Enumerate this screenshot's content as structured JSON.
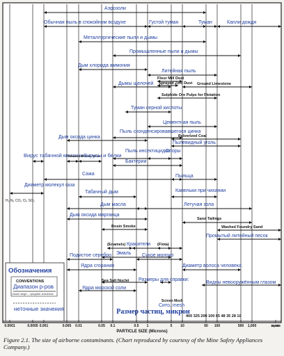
{
  "figure": {
    "axis": {
      "title_ru": "Размер частиц, микрон",
      "title_en": "PARTICLE SIZE (Microns)",
      "ticks": [
        "0.0001",
        "0.0005",
        "0.001",
        "0.005",
        "0.01",
        "0.05",
        "0.1",
        "0.5",
        "1",
        "5",
        "10",
        "50",
        "100",
        "500",
        "1,000",
        "5,000",
        "10,000"
      ]
    },
    "side_labels": {
      "gases": "H₂ N₂ CO₂ Cl₂ SO₂"
    },
    "ranges": [
      {
        "label": "Аэрозоли"
      },
      {
        "label": "Обычная пыль в спокойном воздухе"
      },
      {
        "label": "Густой туман"
      },
      {
        "label": "Туман"
      },
      {
        "label": "Капли дождя"
      },
      {
        "label": "Металлургические пыли и дымы"
      },
      {
        "label": "Промышленные пыли и дымы"
      },
      {
        "label": "Дым хлорида аммония"
      },
      {
        "label": "Литейная пыль"
      },
      {
        "label": "Flour Mill Dust"
      },
      {
        "label": "Sprayed Zinc Dust"
      },
      {
        "label": "Дымы щелочей"
      },
      {
        "label": "Ground Limestone"
      },
      {
        "label": "Sulphide Ore Pulps for Flotation"
      },
      {
        "label": "Туман серной кислоты"
      },
      {
        "label": "Цементная пыль"
      },
      {
        "label": "Пыль сконденсировавшегося цинка"
      },
      {
        "label": "Pulverized Coal"
      },
      {
        "label": "Дым оксида цинка"
      },
      {
        "label": "Пылевидный уголь"
      },
      {
        "label": "Вирус табачной мозаики"
      },
      {
        "label": "Tobacco Mosaic Virus"
      },
      {
        "label": "Вирусы и белки"
      },
      {
        "label": "Пыль инсектицидов"
      },
      {
        "label": "Споры"
      },
      {
        "label": "Бактерии"
      },
      {
        "label": "Сажа"
      },
      {
        "label": "Пыльца"
      },
      {
        "label": "Диаметр молекул газа"
      },
      {
        "label": "Табачный дым"
      },
      {
        "label": "Капельки при чихании"
      },
      {
        "label": "Дым масла"
      },
      {
        "label": "Летучая зола"
      },
      {
        "label": "Дым оксида марганца"
      },
      {
        "label": "Sand Tailings"
      },
      {
        "label": "Rosin Smoke"
      },
      {
        "label": "Washed Foundry Sand"
      },
      {
        "label": "Промытый литейный песок"
      },
      {
        "label": "(Enamels)"
      },
      {
        "label": "Красители"
      },
      {
        "label": "(Flota)"
      },
      {
        "label": "Эмаль"
      },
      {
        "label": "Подистое серебро"
      },
      {
        "label": "Сухое молоко"
      },
      {
        "label": "Ядра сгорания"
      },
      {
        "label": "Диаметр волоса человека"
      },
      {
        "label": "Sea Salt Nuclei"
      },
      {
        "label": "Размеры для справки:"
      },
      {
        "label": "Ядра морской соли"
      },
      {
        "label": "Видны невооружённым глазом"
      },
      {
        "label": "Screen Mesh"
      },
      {
        "label": "Сито, mesh"
      }
    ],
    "mesh_values": "400 325 200 100 65 48 35 28 10",
    "legend": {
      "title": "Обозначения",
      "conventions_en": "CONVENTIONS",
      "range_label": "Диапазон р-ров",
      "range_hint": "Usual range – средние значения",
      "dashed_label": "неточные значения"
    }
  },
  "caption": "Figure 2.1. The size of airborne contaminants. (Chart reproduced by courtesy of the Mine Safety Appliances Company.)"
}
